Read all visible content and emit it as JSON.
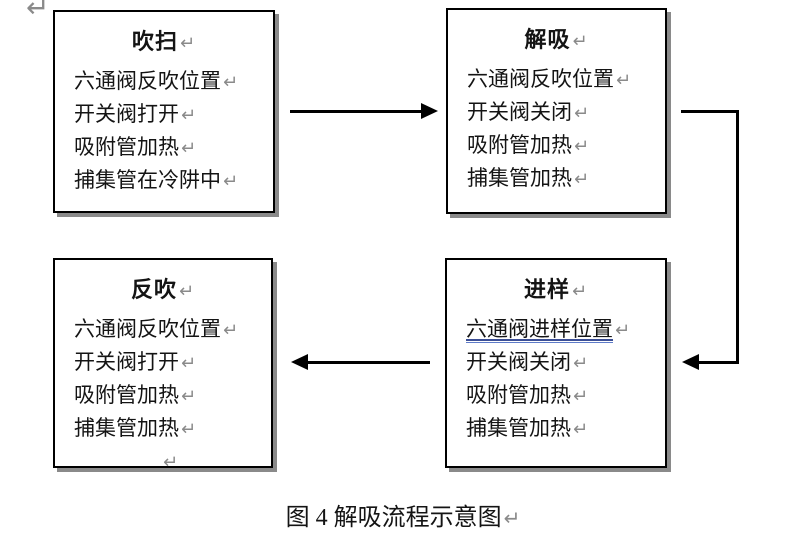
{
  "marks": {
    "return": "↵"
  },
  "boxes": [
    {
      "id": "purge",
      "title": "吹扫",
      "lines": [
        "六通阀反吹位置",
        "开关阀打开",
        "吸附管加热",
        "捕集管在冷阱中"
      ]
    },
    {
      "id": "desorb",
      "title": "解吸",
      "lines": [
        "六通阀反吹位置",
        "开关阀关闭",
        "吸附管加热",
        "捕集管加热"
      ]
    },
    {
      "id": "backflush",
      "title": "反吹",
      "lines": [
        "六通阀反吹位置",
        "开关阀打开",
        "吸附管加热",
        "捕集管加热"
      ],
      "trailing_return_mark": "↵"
    },
    {
      "id": "inject",
      "title": "进样",
      "lines": [
        "六通阀进样位置",
        "开关阀关闭",
        "吸附管加热",
        "捕集管加热"
      ],
      "underlined_line_index": 0
    }
  ],
  "flow": {
    "arrows": [
      {
        "from": "purge",
        "to": "desorb",
        "shape": "straight-right"
      },
      {
        "from": "desorb",
        "to": "inject",
        "shape": "right-down-left-elbow"
      },
      {
        "from": "inject",
        "to": "backflush",
        "shape": "straight-left"
      }
    ]
  },
  "caption": {
    "text": "图 4 解吸流程示意图"
  },
  "colors": {
    "background": "#ffffff",
    "box_border": "#000000",
    "box_shadow": "#8a8a8a",
    "text": "#141414",
    "return_mark": "#8a8a8a",
    "underline_blue": "#3c4f96",
    "arrow": "#000000"
  }
}
